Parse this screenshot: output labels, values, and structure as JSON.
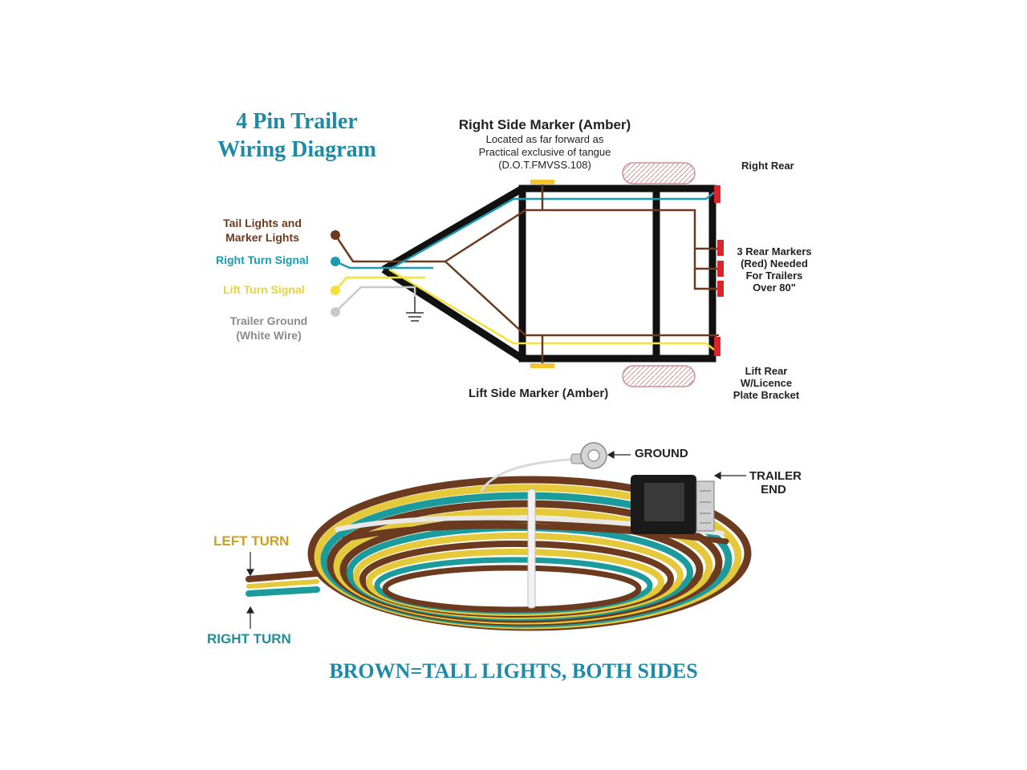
{
  "title_line1": "4 Pin Trailer",
  "title_line2": "Wiring Diagram",
  "right_side_marker": {
    "title": "Right Side Marker (Amber)",
    "note_line1": "Located as far forward as",
    "note_line2": "Practical exclusive of tangue",
    "note_line3": "(D.O.T.FMVSS.108)"
  },
  "left_side_marker": "Lift Side Marker (Amber)",
  "right_rear": "Right Rear",
  "rear_markers": [
    "3 Rear Markers",
    "(Red) Needed",
    "For Trailers",
    "Over 80\""
  ],
  "left_rear": [
    "Lift Rear",
    "W/Licence",
    "Plate Bracket"
  ],
  "wires": {
    "tail_line1": "Tail Lights and",
    "tail_line2": "Marker Lights",
    "right_turn": "Right Turn Signal",
    "left_turn": "Lift Turn Signal",
    "ground_line1": "Trailer Ground",
    "ground_line2": "(White Wire)"
  },
  "cable": {
    "ground": "GROUND",
    "trailer_end_line1": "TRAILER",
    "trailer_end_line2": "END",
    "left_turn": "LEFT TURN",
    "right_turn": "RIGHT TURN"
  },
  "footer": "BROWN=TALL LIGHTS, BOTH SIDES",
  "colors": {
    "title": "#1f8aa6",
    "brown_wire": "#6b3a1f",
    "teal_wire": "#1b9bb0",
    "yellow_wire": "#f2e23a",
    "white_wire": "#c9c9c9",
    "frame": "#111111",
    "red_light": "#d9262a",
    "amber_light": "#f2c531"
  }
}
